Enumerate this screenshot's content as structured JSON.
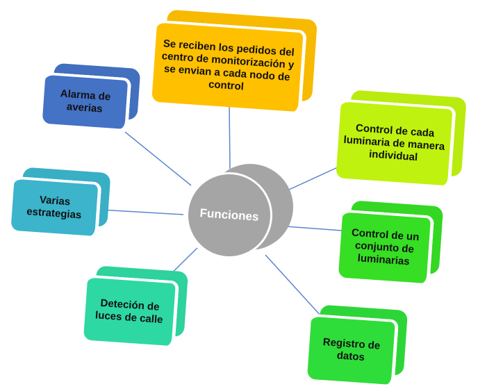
{
  "center": {
    "label": "Funciones",
    "color": "#A5A5A5"
  },
  "line_color": "#5B86CF",
  "nodes": [
    {
      "id": "pedidos",
      "label": "Se reciben los pedidos del centro de monitorización y se envian a cada nodo de control",
      "color": "#FFC000"
    },
    {
      "id": "alarma",
      "label": "Alarma de averias",
      "color": "#4472C4"
    },
    {
      "id": "individual",
      "label": "Control de cada luminaria de manera individual",
      "color": "#BFF20E"
    },
    {
      "id": "estrategias",
      "label": "Varias estrategias",
      "color": "#3BB4CC"
    },
    {
      "id": "conjunto",
      "label": "Control de un conjunto de luminarias",
      "color": "#36DE24"
    },
    {
      "id": "deteccion",
      "label": "Deteción de luces de calle",
      "color": "#2ED8A2"
    },
    {
      "id": "registro",
      "label": "Registro de datos",
      "color": "#2EDD3A"
    }
  ]
}
